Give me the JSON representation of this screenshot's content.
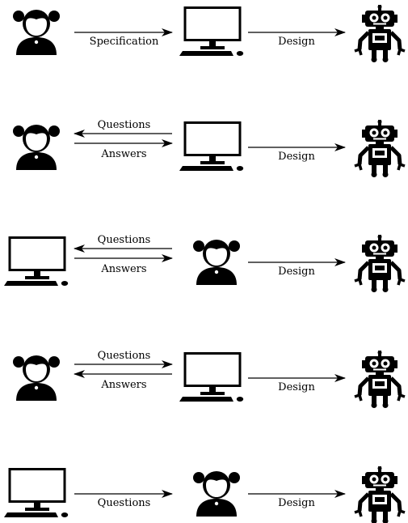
{
  "rows": [
    {
      "left": "person",
      "middle": "computer",
      "arrows": [
        {
          "label": "Specification",
          "dir": "right"
        }
      ],
      "design_label": "Design"
    },
    {
      "left": "person",
      "middle": "computer",
      "arrows": [
        {
          "label": "Questions",
          "dir": "left"
        },
        {
          "label": "Answers",
          "dir": "right"
        }
      ],
      "design_label": "Design"
    },
    {
      "left": "computer",
      "middle": "person",
      "arrows": [
        {
          "label": "Questions",
          "dir": "left"
        },
        {
          "label": "Answers",
          "dir": "right"
        }
      ],
      "design_label": "Design"
    },
    {
      "left": "person",
      "middle": "computer",
      "arrows": [
        {
          "label": "Questions",
          "dir": "right"
        },
        {
          "label": "Answers",
          "dir": "left"
        }
      ],
      "design_label": "Design"
    },
    {
      "left": "computer",
      "middle": "person",
      "arrows": [
        {
          "label": "Questions",
          "dir": "right"
        }
      ],
      "design_label": "Design"
    }
  ],
  "icons": {
    "person": "person-icon",
    "computer": "computer-icon",
    "robot": "robot-icon"
  },
  "colors": {
    "ink": "#000000",
    "face": "#ffffff"
  }
}
